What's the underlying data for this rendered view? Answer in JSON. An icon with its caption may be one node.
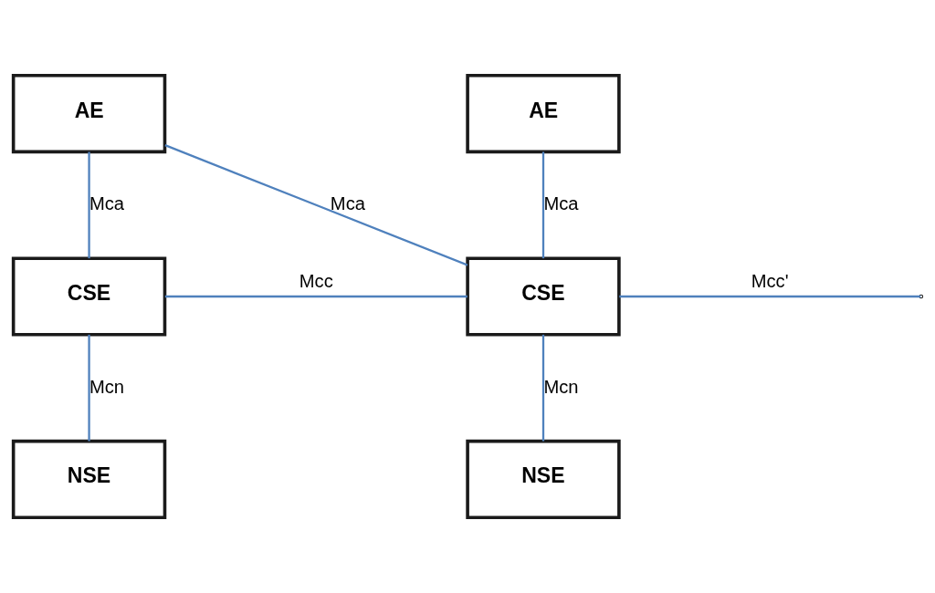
{
  "diagram": {
    "nodes": [
      {
        "text": [
          "AE"
        ]
      },
      {
        "text": [
          "CSE"
        ]
      },
      {
        "text": [
          "NSE"
        ]
      },
      {
        "text": [
          "AE"
        ]
      },
      {
        "text": [
          "CSE"
        ]
      },
      {
        "text": [
          "NSE"
        ]
      }
    ],
    "edges": [
      {
        "from": 0,
        "to": 1,
        "arrow": "none",
        "label": "Mca"
      },
      {
        "from": 1,
        "to": 2,
        "arrow": "none",
        "label": "Mcn"
      },
      {
        "from": 0,
        "to": 4,
        "arrow": "none",
        "label": "Mca"
      },
      {
        "from": 1,
        "to": 4,
        "arrow": "none",
        "label": "Mcc"
      },
      {
        "from": 3,
        "to": 4,
        "arrow": "none",
        "label": "Mca"
      },
      {
        "from": 4,
        "to": 5,
        "arrow": "none",
        "label": "Mcn"
      },
      {
        "from": 4,
        "to": null,
        "arrow": "none",
        "label": "Mcc'"
      }
    ]
  }
}
